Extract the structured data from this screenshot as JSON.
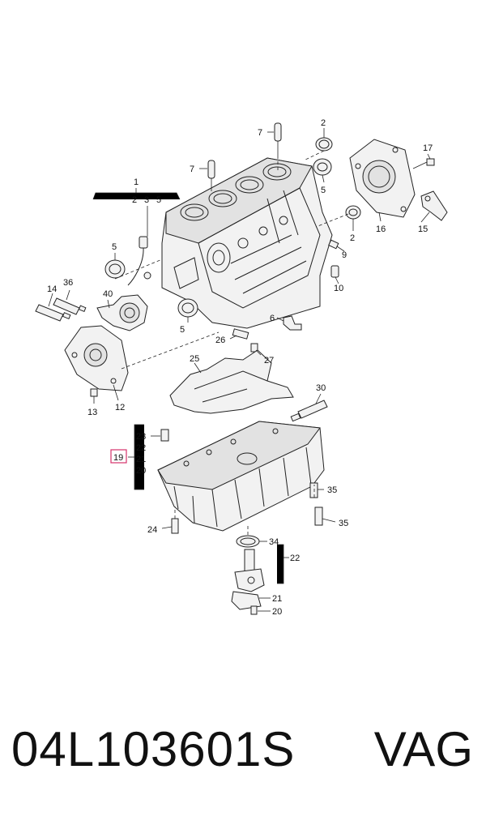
{
  "callouts": {
    "c1": "1",
    "c2a": "2",
    "c3": "3",
    "c5a": "5",
    "c7a": "7",
    "c7b": "7",
    "c2b": "2",
    "c5b": "5",
    "c17": "17",
    "c5c": "5",
    "c14": "14",
    "c36": "36",
    "c40": "40",
    "c16": "16",
    "c15": "15",
    "c2c": "2",
    "c9": "9",
    "c10": "10",
    "c6": "6",
    "c5d": "5",
    "c26": "26",
    "c27": "27",
    "c25": "25",
    "c13": "13",
    "c12": "12",
    "c30": "30",
    "c23": "23",
    "c22a": "22",
    "c19": "19",
    "c21a": "21",
    "c20a": "20",
    "c35a": "35",
    "c35b": "35",
    "c24": "24",
    "c34": "34",
    "c22b": "22",
    "c21b": "21",
    "c20b": "20"
  },
  "highlight_color": "#d6336c",
  "footer": {
    "part_number": "04L103601S",
    "brand": "VAG"
  }
}
